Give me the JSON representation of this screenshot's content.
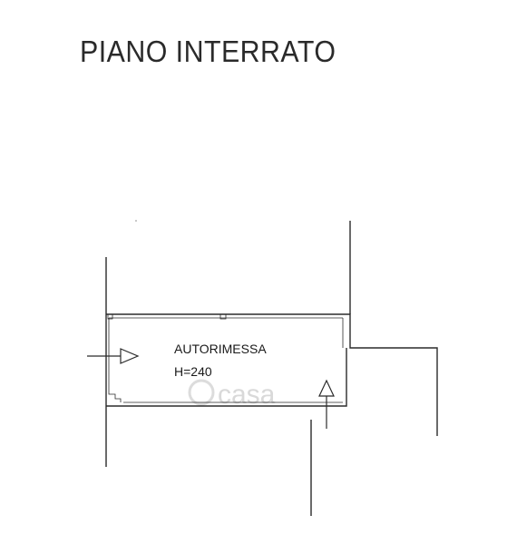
{
  "floor": {
    "title": "PIANO INTERRATO"
  },
  "room": {
    "name": "AUTORIMESSA",
    "height": "H=240"
  },
  "watermark": {
    "text": "casa"
  },
  "colors": {
    "line": "#2b2b2b",
    "watermark": "#d9d9d9"
  }
}
